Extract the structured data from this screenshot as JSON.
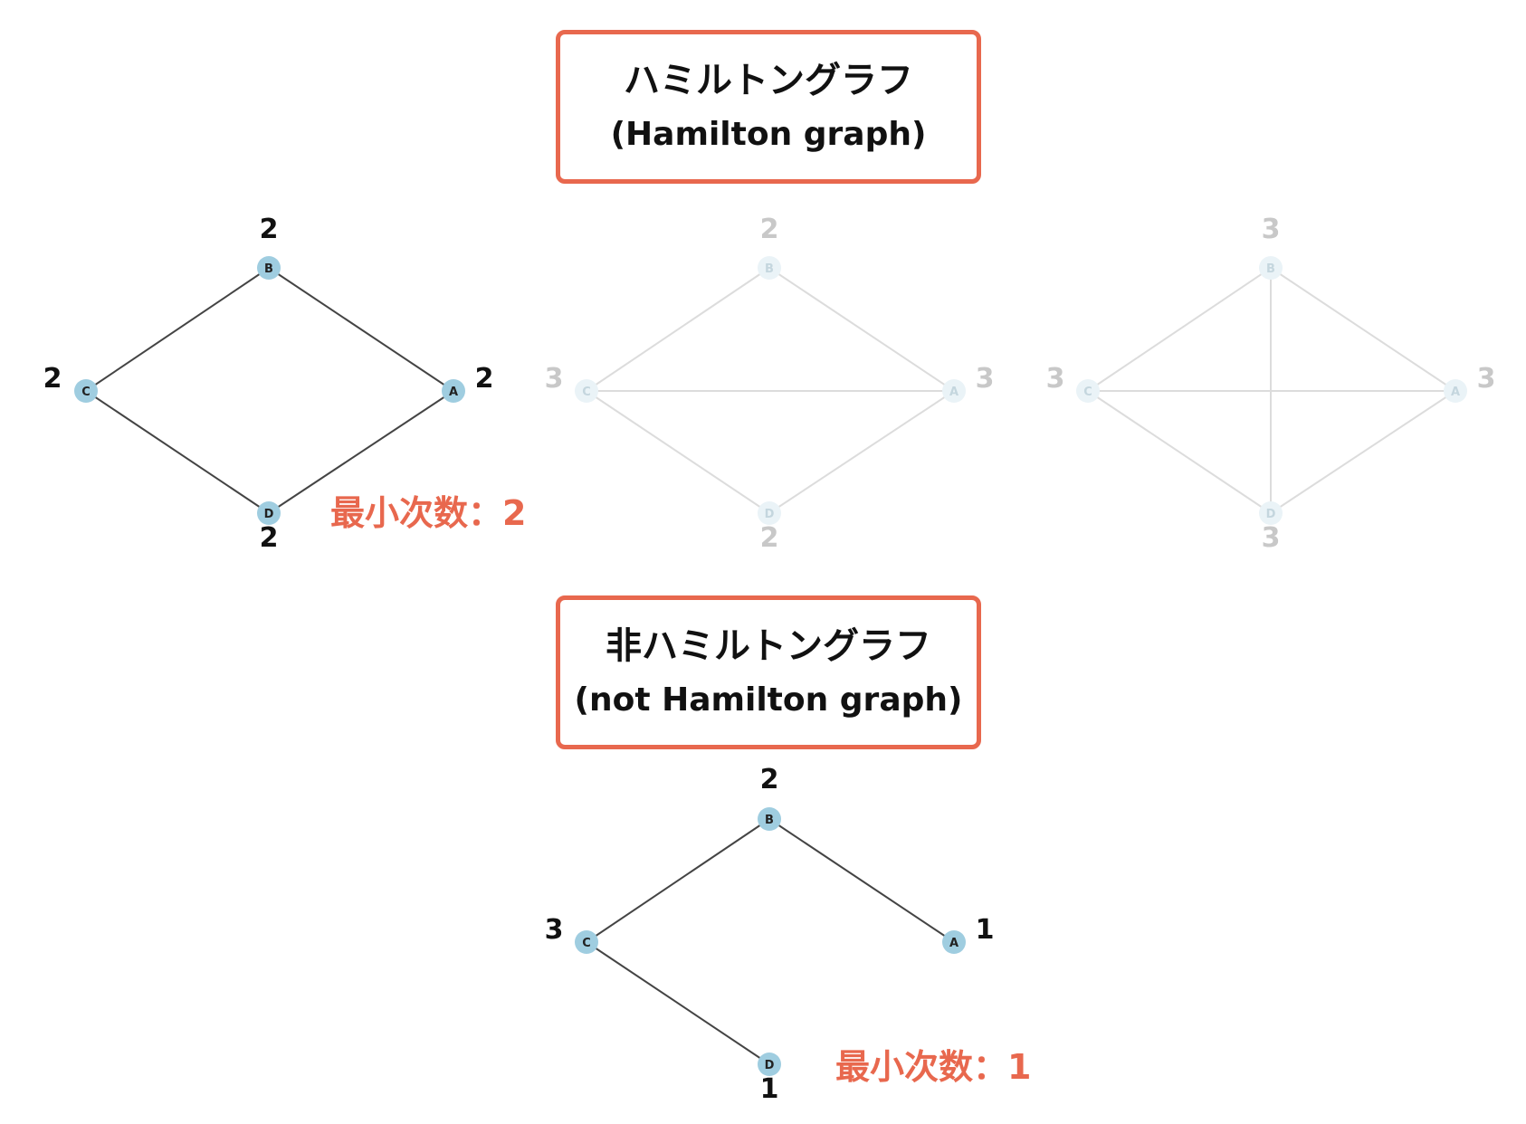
{
  "titles": {
    "hamilton": {
      "jp": "ハミルトングラフ",
      "en": "(Hamilton graph)"
    },
    "not_hamilton": {
      "jp": "非ハミルトングラフ",
      "en": "(not Hamilton graph)"
    }
  },
  "colors": {
    "accent": "#e8684e",
    "node": "#9fcde0",
    "edge_dark": "#444444",
    "faded_node": "#eaf3f7",
    "faded_edge": "#dcdcdc",
    "faded_text": "#c8c8c8",
    "text": "#111111"
  },
  "graphs": [
    {
      "id": "hamilton-cycle",
      "faded": false,
      "nodes": [
        {
          "id": "B",
          "degree": "2"
        },
        {
          "id": "C",
          "degree": "2"
        },
        {
          "id": "A",
          "degree": "2"
        },
        {
          "id": "D",
          "degree": "2"
        }
      ],
      "edges": [
        [
          "B",
          "A"
        ],
        [
          "B",
          "C"
        ],
        [
          "C",
          "D"
        ],
        [
          "D",
          "A"
        ]
      ],
      "min_degree_label": "最小次数：2"
    },
    {
      "id": "hamilton-cycle-plus-chord",
      "faded": true,
      "nodes": [
        {
          "id": "B",
          "degree": "2"
        },
        {
          "id": "C",
          "degree": "3"
        },
        {
          "id": "A",
          "degree": "3"
        },
        {
          "id": "D",
          "degree": "2"
        }
      ],
      "edges": [
        [
          "B",
          "A"
        ],
        [
          "B",
          "C"
        ],
        [
          "C",
          "D"
        ],
        [
          "D",
          "A"
        ],
        [
          "C",
          "A"
        ]
      ]
    },
    {
      "id": "complete-k4",
      "faded": true,
      "nodes": [
        {
          "id": "B",
          "degree": "3"
        },
        {
          "id": "C",
          "degree": "3"
        },
        {
          "id": "A",
          "degree": "3"
        },
        {
          "id": "D",
          "degree": "3"
        }
      ],
      "edges": [
        [
          "B",
          "A"
        ],
        [
          "B",
          "C"
        ],
        [
          "C",
          "D"
        ],
        [
          "D",
          "A"
        ],
        [
          "C",
          "A"
        ],
        [
          "B",
          "D"
        ]
      ]
    },
    {
      "id": "not-hamilton-tree",
      "faded": false,
      "nodes": [
        {
          "id": "B",
          "degree": "2"
        },
        {
          "id": "C",
          "degree": "3"
        },
        {
          "id": "A",
          "degree": "1"
        },
        {
          "id": "D",
          "degree": "1"
        }
      ],
      "edges": [
        [
          "B",
          "A"
        ],
        [
          "B",
          "C"
        ],
        [
          "C",
          "D"
        ]
      ],
      "min_degree_label": "最小次数：1"
    }
  ]
}
